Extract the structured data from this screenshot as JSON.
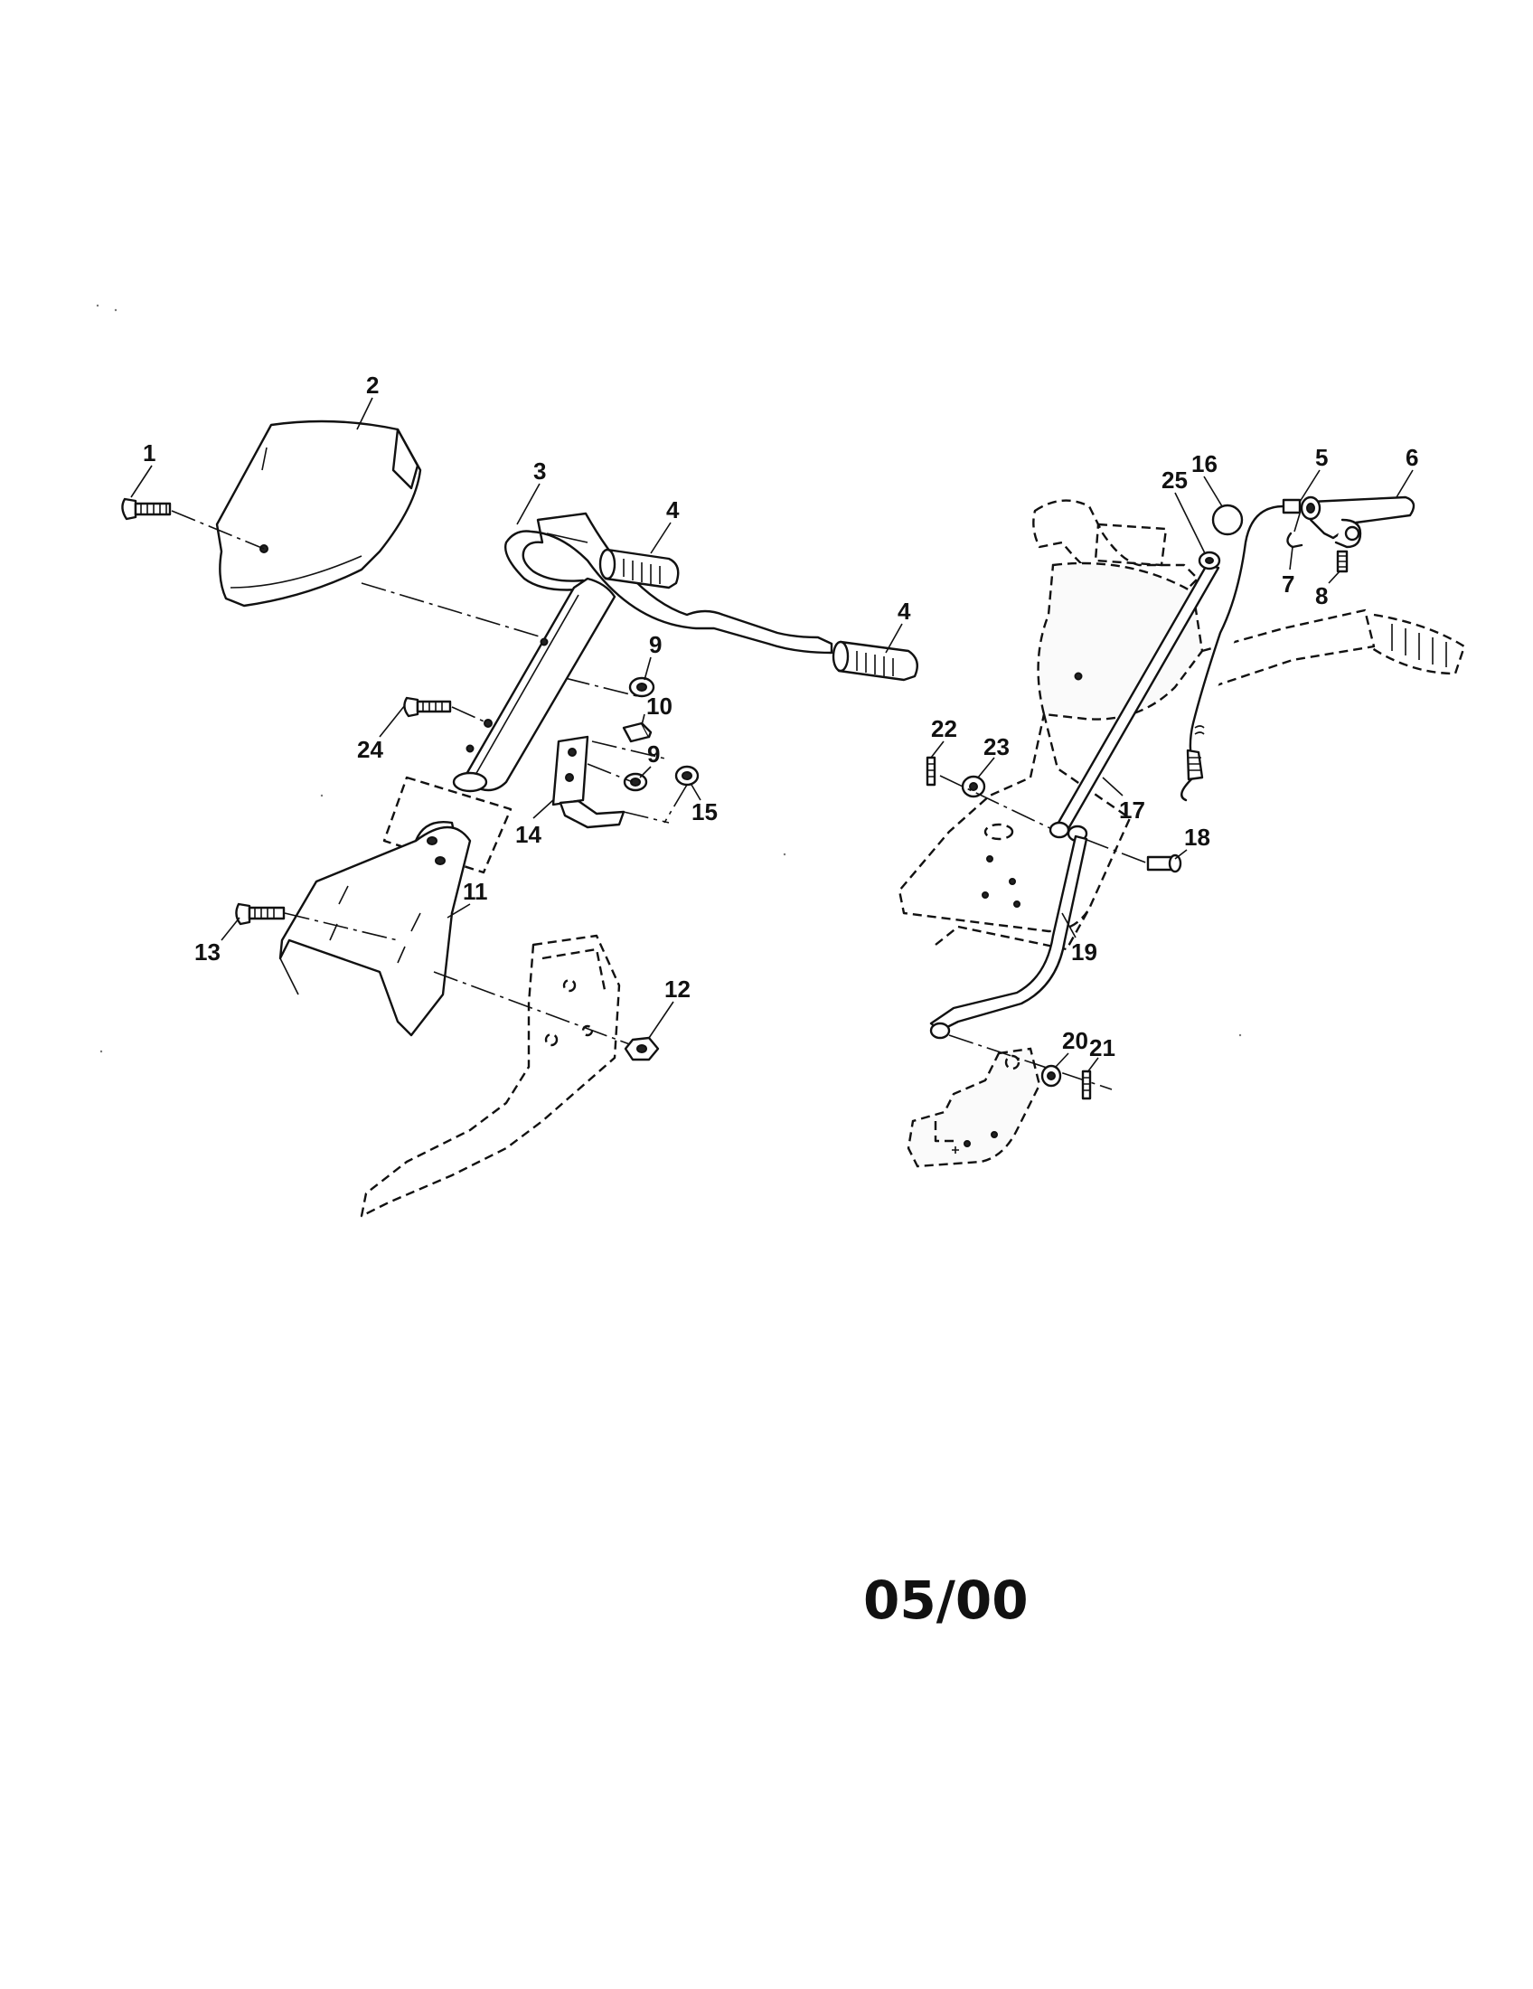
{
  "diagram": {
    "callouts": {
      "p1": "1",
      "p2": "2",
      "p3": "3",
      "p4a": "4",
      "p4b": "4",
      "p5": "5",
      "p6": "6",
      "p7": "7",
      "p8": "8",
      "p9a": "9",
      "p9b": "9",
      "p10": "10",
      "p11": "11",
      "p12": "12",
      "p13": "13",
      "p14": "14",
      "p15": "15",
      "p16": "16",
      "p17": "17",
      "p18": "18",
      "p19": "19",
      "p20": "20",
      "p21": "21",
      "p22": "22",
      "p23": "23",
      "p24": "24",
      "p25": "25"
    },
    "revision": "05/00"
  }
}
